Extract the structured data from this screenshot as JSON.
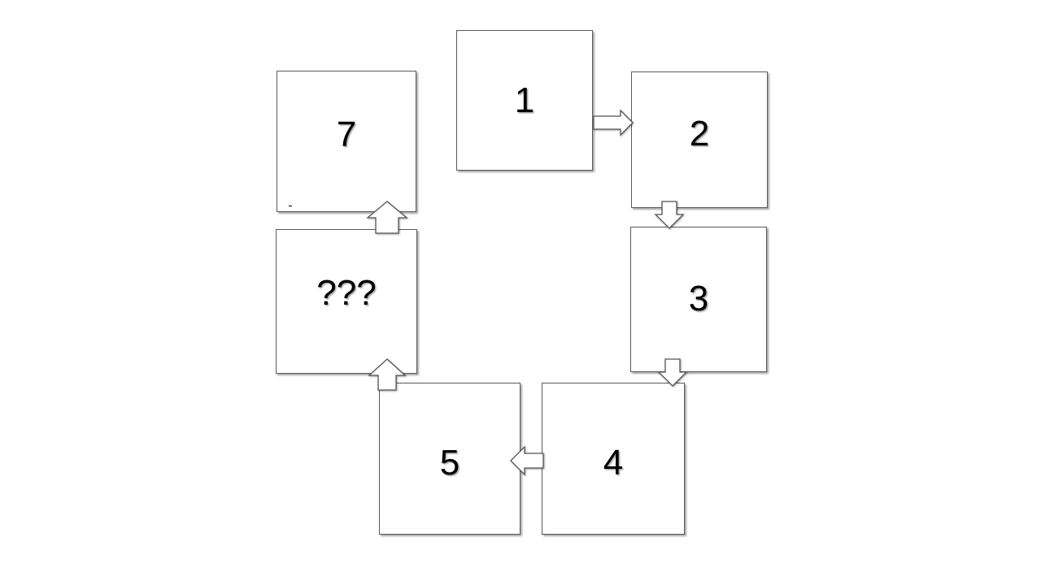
{
  "steps": [
    {
      "id": "b1",
      "label": "1"
    },
    {
      "id": "b2",
      "label": "2"
    },
    {
      "id": "b3",
      "label": "3"
    },
    {
      "id": "b4",
      "label": "4"
    },
    {
      "id": "b5",
      "label": "5"
    },
    {
      "id": "b6",
      "label": "???"
    },
    {
      "id": "b7",
      "label": "7"
    }
  ],
  "connections": [
    {
      "from": "1",
      "to": "2",
      "direction": "right"
    },
    {
      "from": "2",
      "to": "3",
      "direction": "down"
    },
    {
      "from": "3",
      "to": "4",
      "direction": "down"
    },
    {
      "from": "4",
      "to": "5",
      "direction": "left"
    },
    {
      "from": "5",
      "to": "???",
      "direction": "up"
    },
    {
      "from": "???",
      "to": "7",
      "direction": "up"
    }
  ],
  "colors": {
    "box_fill": "#ffffff",
    "box_border": "#5a5a5a",
    "text": "#000000"
  }
}
